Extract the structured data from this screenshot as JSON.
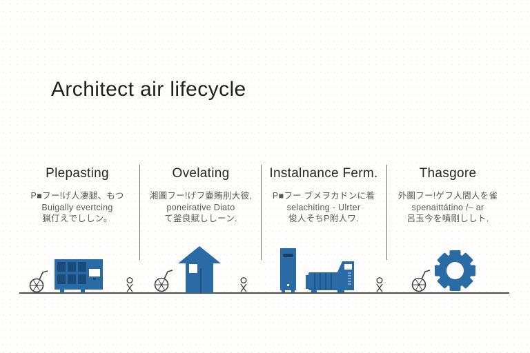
{
  "title": "Architect air lifecycle",
  "columns": [
    {
      "heading": "Plepasting",
      "lines": [
        "P■フー!げ人凄腿、もつ",
        "Buigally evertcing",
        "猟仃えでししン。"
      ]
    },
    {
      "heading": "Ovelating",
      "lines": [
        "湘圖フー!げフ壷賄刖大彼,",
        "poneirative Diato",
        "て釜良賦ししーン."
      ]
    },
    {
      "heading": "Instalnance Ferm.",
      "lines": [
        "P■フー ブメヲカドンに着",
        "selachiting - Ulrter",
        "悛人そちP附人ワ."
      ]
    },
    {
      "heading": "Thasgore",
      "lines": [
        "外圖フー!ゲフ人間人を雀",
        "spenaittátino /– ar",
        "呂玉今を噴剛ししト."
      ]
    }
  ],
  "icons": {
    "column1": [
      "wheel-cart-icon",
      "storage-cabinet-icon",
      "person-icon"
    ],
    "column2": [
      "wheel-cart-icon",
      "house-icon",
      "person-icon"
    ],
    "column3": [
      "server-cabinet-icon",
      "compressor-machine-icon",
      "person-icon"
    ],
    "column4": [
      "wheel-cart-icon",
      "gear-icon"
    ]
  },
  "colors": {
    "icon_blue": "#2a6ba6",
    "icon_dark_blue": "#1a4a77",
    "outline_gray": "#3e3e3e",
    "ground_line": "#4e4e4e",
    "background": "#fdfdfc",
    "title_text": "#1f1f1f",
    "body_text": "#585858"
  }
}
